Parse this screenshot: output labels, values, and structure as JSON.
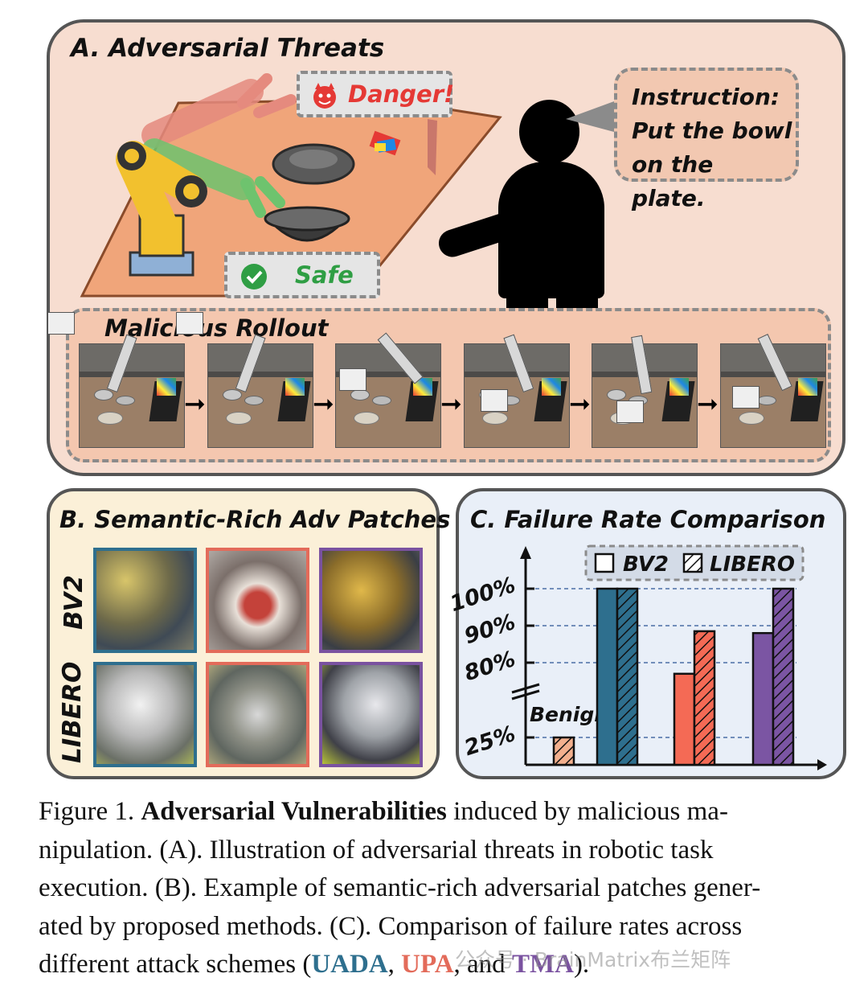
{
  "panel_a": {
    "title": "A. Adversarial Threats",
    "danger_label": "Danger!",
    "safe_label": "Safe",
    "instruction": [
      "Instruction:",
      "Put the bowl",
      "on the plate."
    ],
    "rollout_title": "Malicious Rollout",
    "rollout_frames": 6
  },
  "panel_b": {
    "title": "B. Semantic-Rich Adv Patches",
    "row_labels": [
      "BV2",
      "LIBERO"
    ],
    "column_colors": [
      "#2e6f8e",
      "#e36b5a",
      "#7a52a0"
    ]
  },
  "panel_c": {
    "title": "C. Failure Rate Comparison",
    "legend": [
      "BV2",
      "LIBERO"
    ],
    "benign_label": "Benign"
  },
  "chart_data": {
    "type": "bar",
    "title": "C. Failure Rate Comparison",
    "ytick_labels": [
      "25%",
      "80%",
      "90%",
      "100%"
    ],
    "axis_break": "between 25% and 80%",
    "legend_position": "top",
    "grid": "dashed horizontal at tick values",
    "groups": [
      {
        "label": "Benign",
        "LIBERO": 25
      },
      {
        "color": "#2e6f8e",
        "BV2": 100,
        "LIBERO": 100
      },
      {
        "color": "#f46a55",
        "BV2": 77,
        "LIBERO": 88.5
      },
      {
        "color": "#7b55a3",
        "BV2": 88,
        "LIBERO": 100
      }
    ]
  },
  "caption": {
    "figure_label": "Figure 1.",
    "bold_title": "Adversarial Vulnerabilities",
    "line1_rest": " induced by malicious ma-",
    "line2": "nipulation.  (A). Illustration of adversarial threats in robotic task",
    "line3": "execution. (B). Example of semantic-rich adversarial patches gener-",
    "line4": "ated by proposed methods. (C). Comparison of failure rates across",
    "line5_prefix": "different attack schemes (",
    "m1": "UADA",
    "sep1": ", ",
    "m2": "UPA",
    "sep2": ", and ",
    "m3": "TMA",
    "suffix": ")."
  },
  "watermark": "公众号 · BrainMatrix布兰矩阵"
}
